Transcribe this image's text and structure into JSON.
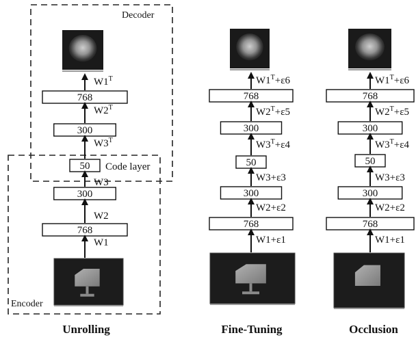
{
  "regions": {
    "decoder_label": "Decoder",
    "encoder_label": "Encoder",
    "code_layer_label": "Code layer"
  },
  "panels": [
    {
      "caption": "Unrolling",
      "nodes": [
        "768",
        "300",
        "50",
        "300",
        "768"
      ],
      "weights": [
        "W1",
        "W2",
        "W3",
        "W3",
        "W2",
        "W1"
      ],
      "weight_sups": [
        "",
        "",
        "",
        "T",
        "T",
        "T"
      ]
    },
    {
      "caption": "Fine-Tuning",
      "nodes": [
        "768",
        "300",
        "50",
        "300",
        "768"
      ],
      "weights": [
        "W1+ε1",
        "W2+ε2",
        "W3+ε3",
        "W3",
        "W2",
        "W1"
      ],
      "weight_sups": [
        "",
        "",
        "",
        "T",
        "T",
        "T"
      ],
      "weight_suffix": [
        "",
        "",
        "",
        "+ε4",
        "+ε5",
        "+ε6"
      ]
    },
    {
      "caption": "Occlusion",
      "nodes": [
        "768",
        "300",
        "50",
        "300",
        "768"
      ],
      "weights": [
        "W1+ε1",
        "W2+ε2",
        "W3+ε3",
        "W3",
        "W2",
        "W1"
      ],
      "weight_sups": [
        "",
        "",
        "",
        "T",
        "T",
        "T"
      ],
      "weight_suffix": [
        "",
        "",
        "",
        "+ε4",
        "+ε5",
        "+ε6"
      ]
    }
  ]
}
